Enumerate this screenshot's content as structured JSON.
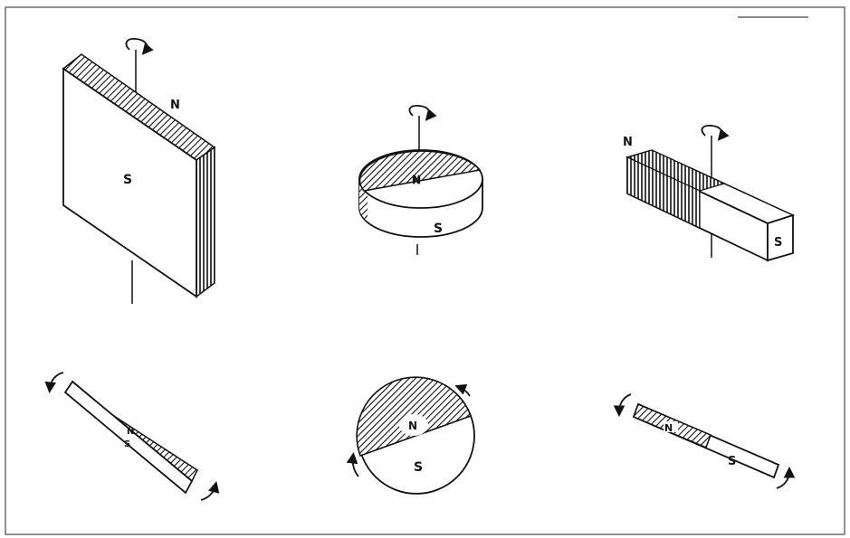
{
  "colors": {
    "ink": "#111111",
    "frame": "#6e6e6e",
    "paper": "#ffffff"
  },
  "magnets": {
    "plate": {
      "north": "N",
      "south": "S"
    },
    "disc": {
      "north": "N",
      "south": "S"
    },
    "bar": {
      "north": "N",
      "south": "S"
    },
    "plate_top": {
      "north": "N",
      "south": "S"
    },
    "disc_top": {
      "north": "N",
      "south": "S"
    },
    "bar_top": {
      "north": "N",
      "south": "S"
    }
  },
  "icons": [
    "rotation-arrow-icon",
    "rotation-axis"
  ]
}
